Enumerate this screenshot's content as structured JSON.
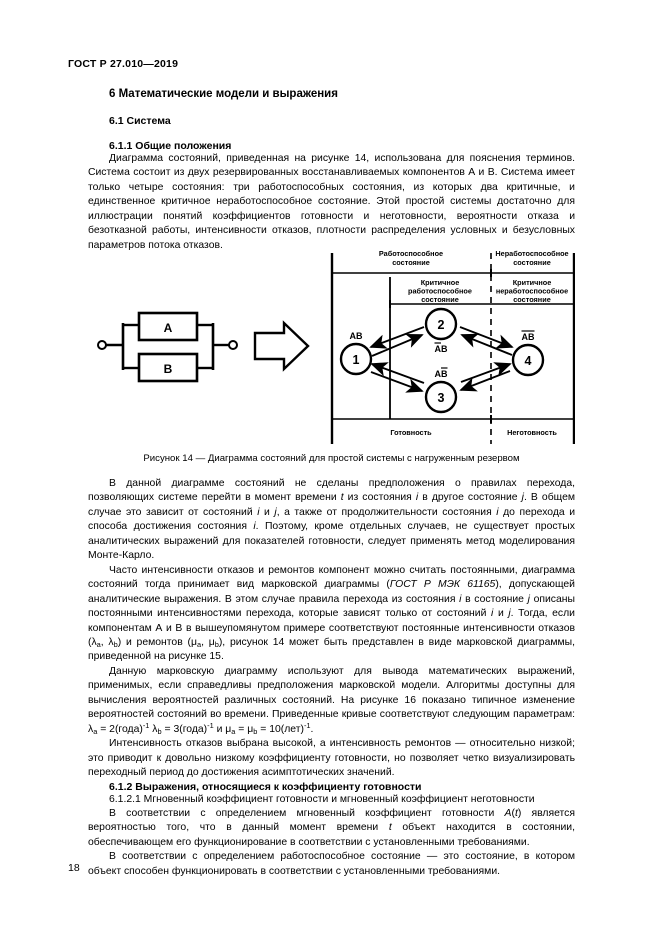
{
  "document": {
    "standard_header": "ГОСТ Р 27.010—2019",
    "page_number": "18"
  },
  "sections": {
    "h1": "6 Математические модели и выражения",
    "h2_1": "6.1 Система",
    "h3_1": "6.1.1 Общие положения",
    "h3_2": "6.1.2 Выражения, относящиеся к коэффициенту готовности",
    "h4_1": "6.1.2.1 Мгновенный коэффициент готовности и мгновенный коэффициент неготовности"
  },
  "paragraphs": {
    "p1": "Диаграмма состояний, приведенная на рисунке 14, использована для пояснения терминов. Система состоит из двух резервированных восстанавливаемых компонентов А и В. Система имеет только четыре состояния: три работоспособных состояния, из которых два критичные, и единственное критичное неработоспособное состояние. Этой простой системы достаточно для иллюстрации понятий коэффициентов готовности и неготовности, вероятности отказа и безотказной работы, интенсивности отказов, плотности распределения условных и безусловных параметров потока отказов.",
    "p2_a": "В данной диаграмме состояний не сделаны предположения о правилах перехода, позволяющих системе перейти в момент времени ",
    "p2_t": "t",
    "p2_b": " из состояния ",
    "p2_i": "i",
    "p2_c": " в другое состояние ",
    "p2_j": "j",
    "p2_d": ". В общем случае это зависит от состояний ",
    "p2_e": " и ",
    "p2_f": ", а также от продолжительности состояния ",
    "p2_g": " до перехода и способа достижения состояния ",
    "p2_h": ". Поэтому, кроме отдельных случаев, не существует простых аналитических выражений для показателей готовности, следует применять метод моделирования Монте-Карло.",
    "p3_a": "Часто интенсивности отказов и ремонтов компонент можно считать постоянными, диаграмма состояний тогда принимает вид марковской диаграммы (",
    "p3_std": "ГОСТ Р МЭК 61165",
    "p3_b": "), допускающей аналитические выражения. В этом случае правила перехода из состояния ",
    "p3_c": " в состояние ",
    "p3_d": " описаны постоянными интенсивностями перехода, которые зависят только от состояний ",
    "p3_e": " и ",
    "p3_f": ". Тогда, если компонентам А и В в вышеупомянутом примере соответствуют постоянные интенсивности отказов (λ",
    "p3_sub_a": "a",
    "p3_g": ", λ",
    "p3_sub_b": "b",
    "p3_h": ") и ремонтов (μ",
    "p3_sub_c": "a",
    "p3_i": ", μ",
    "p3_sub_d": "b",
    "p3_j": "), рисунок 14 может быть представлен в виде марковской диаграммы, приведенной на рисунке 15.",
    "p4_a": "Данную марковскую диаграмму используют для вывода математических выражений, применимых, если справедливы предположения марковской модели. Алгоритмы доступны для вычисления вероятностей различных состояний. На рисунке 16 показано типичное изменение вероятностей состояний во времени. Приведенные кривые соответствуют следующим параметрам: λ",
    "p4_sub_a": "a",
    "p4_b": " = 2(года)",
    "p4_sup_1": "-1",
    "p4_c": " λ",
    "p4_sub_b": "b",
    "p4_d": " = 3(года)",
    "p4_sup_2": "-1",
    "p4_e": " и μ",
    "p4_sub_c": "a",
    "p4_f": " = μ",
    "p4_sub_d": "b",
    "p4_g": " = 10(лет)",
    "p4_sup_3": "-1",
    "p4_h": ".",
    "p5": "Интенсивность отказов выбрана высокой, а интенсивность ремонтов — относительно низкой; это приводит к довольно низкому коэффициенту готовности, но позволяет четко визуализировать переходный период до достижения асимптотических значений.",
    "p6_a": "В соответствии с определением мгновенный коэффициент готовности ",
    "p6_A": "A",
    "p6_b": "(",
    "p6_t": "t",
    "p6_c": ") является вероятностью того, что в данный момент времени ",
    "p6_t2": "t",
    "p6_d": " объект находится в состоянии, обеспечивающем его функционирование в соответствии с установленными требованиями.",
    "p7": "В соответствии с определением работоспособное состояние — это состояние, в котором объект способен функционировать в соответствии с установленными требованиями."
  },
  "figure": {
    "caption": "Рисунок 14 — Диаграмма состояний для простой системы с нагруженным резервом",
    "block_a_label": "A",
    "block_b_label": "B",
    "column_headers": {
      "operable": "Работоспособное\nсостояние",
      "inoperable": "Неработоспособное\nсостояние",
      "critical_operable": "Критичное\nработоспособное\nсостояние",
      "critical_inoperable": "Критичное\nнеработоспособное\nсостояние"
    },
    "footer_labels": {
      "availability": "Готовность",
      "unavailability": "Неготовность"
    },
    "nodes": [
      {
        "id": "1",
        "number": "1",
        "label_a": "A",
        "label_b": "B",
        "a_bar": false,
        "b_bar": false
      },
      {
        "id": "2",
        "number": "2",
        "label_a": "A",
        "label_b": "B",
        "a_bar": true,
        "b_bar": false
      },
      {
        "id": "3",
        "number": "3",
        "label_a": "A",
        "label_b": "B",
        "a_bar": false,
        "b_bar": true
      },
      {
        "id": "4",
        "number": "4",
        "label_a": "A",
        "label_b": "B",
        "a_bar": true,
        "b_bar": true
      }
    ],
    "edges": [
      {
        "from": "1",
        "to": "2"
      },
      {
        "from": "2",
        "to": "1"
      },
      {
        "from": "1",
        "to": "3"
      },
      {
        "from": "3",
        "to": "1"
      },
      {
        "from": "2",
        "to": "4"
      },
      {
        "from": "4",
        "to": "2"
      },
      {
        "from": "3",
        "to": "4"
      },
      {
        "from": "4",
        "to": "3"
      }
    ]
  },
  "colors": {
    "ink": "#000000",
    "paper": "#ffffff"
  }
}
